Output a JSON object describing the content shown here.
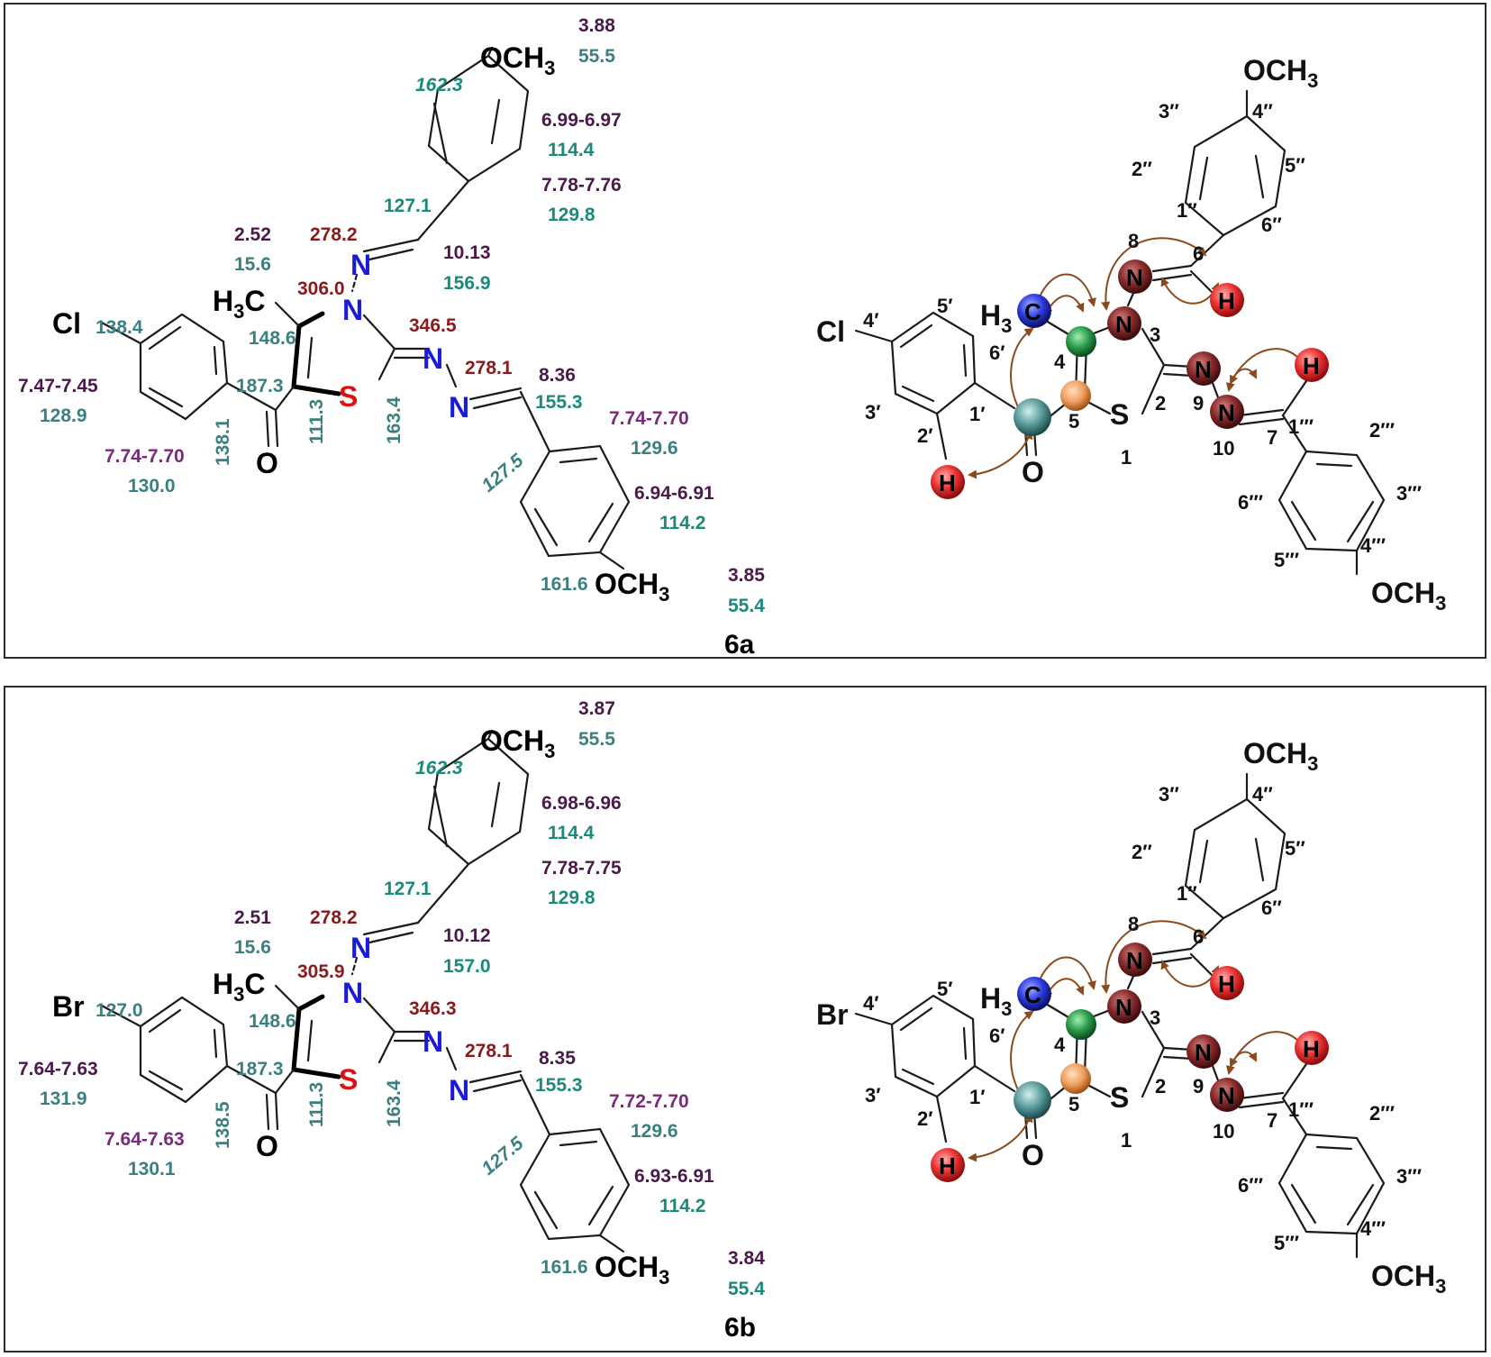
{
  "panels": [
    {
      "id": "6a",
      "compound_label": "6a",
      "halogen": "Cl",
      "left": {
        "ome_top_h": "3.88",
        "ome_top_c": "55.5",
        "c_162": "162.3",
        "h_699": "6.99-6.97",
        "c_1144": "114.4",
        "h_778": "7.78-7.76",
        "c_1298": "129.8",
        "c_1271": "127.1",
        "h_252": "2.52",
        "c_156": "15.6",
        "n_2782": "278.2",
        "h_1013": "10.13",
        "c_1569": "156.9",
        "n_3060": "306.0",
        "c_1486": "148.6",
        "n_3465": "346.5",
        "n_2781": "278.1",
        "h_836": "8.36",
        "c_1553": "155.3",
        "c_hal": "138.4",
        "h_747": "7.47-7.45",
        "c_1289": "128.9",
        "c_1873": "187.3",
        "c_1381": "138.1",
        "c_1113": "111.3",
        "c_1634": "163.4",
        "h_774a": "7.74-7.70",
        "c_1300": "130.0",
        "h_774b": "7.74-7.70",
        "c_1296": "129.6",
        "c_1275": "127.5",
        "h_694": "6.94-6.91",
        "c_1142": "114.2",
        "c_1616": "161.6",
        "ome_bot_h": "3.85",
        "ome_bot_c": "55.4"
      }
    },
    {
      "id": "6b",
      "compound_label": "6b",
      "halogen": "Br",
      "left": {
        "ome_top_h": "3.87",
        "ome_top_c": "55.5",
        "c_162": "162.3",
        "h_699": "6.98-6.96",
        "c_1144": "114.4",
        "h_778": "7.78-7.75",
        "c_1298": "129.8",
        "c_1271": "127.1",
        "h_252": "2.51",
        "c_156": "15.6",
        "n_2782": "278.2",
        "h_1013": "10.12",
        "c_1569": "157.0",
        "n_3060": "305.9",
        "c_1486": "148.6",
        "n_3465": "346.3",
        "n_2781": "278.1",
        "h_836": "8.35",
        "c_1553": "155.3",
        "c_hal": "127.0",
        "h_747": "7.64-7.63",
        "c_1289": "131.9",
        "c_1873": "187.3",
        "c_1381": "138.5",
        "c_1113": "111.3",
        "c_1634": "163.4",
        "h_774a": "7.64-7.63",
        "c_1300": "130.1",
        "h_774b": "7.72-7.70",
        "c_1296": "129.6",
        "c_1275": "127.5",
        "h_694": "6.93-6.91",
        "c_1142": "114.2",
        "c_1616": "161.6",
        "ome_bot_h": "3.84",
        "ome_bot_c": "55.4"
      }
    }
  ],
  "labels": {
    "och3": "OCH",
    "three": "3",
    "h3c_h": "H",
    "h3c_c": "C",
    "n": "N",
    "s": "S",
    "o": "O",
    "h": "H",
    "c": "C",
    "pos": {
      "p3pp": "3′′",
      "p4pp": "4′′",
      "p2pp": "2′′",
      "p5pp": "5′′",
      "p1pp": "1′′",
      "p6pp": "6′′",
      "p8": "8",
      "p6": "6",
      "p3": "3",
      "p4": "4",
      "p5": "5",
      "p2": "2",
      "p1": "1",
      "p9": "9",
      "p10": "10",
      "p7": "7",
      "p5p": "5′",
      "p4p": "4′",
      "p6p": "6′",
      "p3p": "3′",
      "p2p": "2′",
      "p1p": "1′",
      "p1ppp": "1′′′",
      "p2ppp": "2′′′",
      "p3ppp": "3′′′",
      "p4ppp": "4′′′",
      "p5ppp": "5′′′",
      "p6ppp": "6′′′"
    }
  },
  "colors": {
    "nitrogen": "#1a1adc",
    "sulfur": "#e01010",
    "arrow": "#8b4a1c",
    "ball_h": "#e83030",
    "ball_n": "#8a2a2a",
    "ball_c_methyl": "#2a3adc",
    "ball_c4": "#2a9a4a",
    "ball_c5": "#f0a060",
    "ball_co": "#5a9a9a"
  }
}
